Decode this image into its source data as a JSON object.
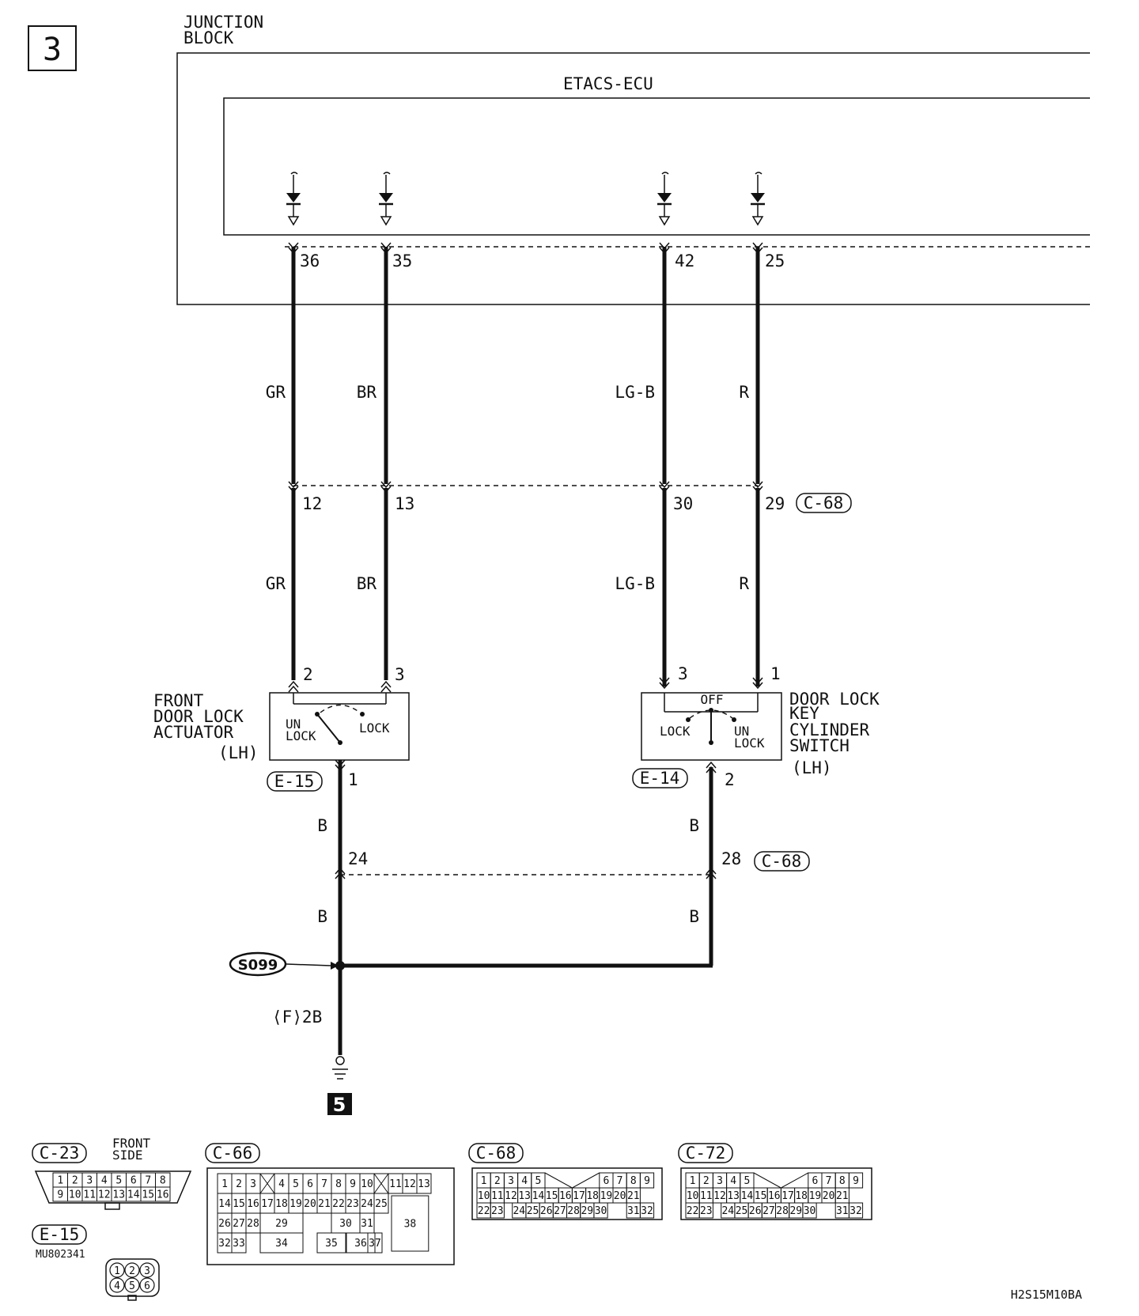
{
  "page_number": "3",
  "junction_block": {
    "line1": "JUNCTION",
    "line2": "BLOCK"
  },
  "ecu": {
    "label": "ETACS-ECU"
  },
  "wires": [
    {
      "id": "w1",
      "ecu_pin": "36",
      "color_upper": "GR",
      "c68_pin": "12",
      "color_lower": "GR",
      "device_pin": "2"
    },
    {
      "id": "w2",
      "ecu_pin": "35",
      "color_upper": "BR",
      "c68_pin": "13",
      "color_lower": "BR",
      "device_pin": "3"
    },
    {
      "id": "w3",
      "ecu_pin": "42",
      "color_upper": "LG-B",
      "c68_pin": "30",
      "color_lower": "LG-B",
      "device_pin": "3"
    },
    {
      "id": "w4",
      "ecu_pin": "25",
      "color_upper": "R",
      "c68_pin": "29",
      "color_lower": "R",
      "device_pin": "1"
    }
  ],
  "connector_c68": "C-68",
  "actuator": {
    "name_line1": "FRONT",
    "name_line2": "DOOR LOCK",
    "name_line3": "ACTUATOR",
    "name_line4": "(LH)",
    "unlock_1": "UN",
    "unlock_2": "LOCK",
    "lock": "LOCK",
    "connector": "E-15",
    "ground_pin": "1",
    "ground_color_upper": "B",
    "c68_pin": "24",
    "ground_color_lower": "B"
  },
  "switch": {
    "name_line1": "DOOR LOCK",
    "name_line2": "KEY",
    "name_line3": "CYLINDER",
    "name_line4": "SWITCH",
    "name_line5": "(LH)",
    "off": "OFF",
    "lock": "LOCK",
    "unlock_1": "UN",
    "unlock_2": "LOCK",
    "connector": "E-14",
    "ground_pin": "2",
    "ground_color_upper": "B",
    "c68_pin": "28",
    "ground_color_lower": "B"
  },
  "splice": "S099",
  "ground_wire_label": "⟨F⟩2B",
  "ground_ref": "5",
  "connector_views": {
    "c23": {
      "title": "C-23",
      "note_1": "FRONT",
      "note_2": "SIDE",
      "row1": [
        "1",
        "2",
        "3",
        "4",
        "5",
        "6",
        "7",
        "8"
      ],
      "row2": [
        "9",
        "10",
        "11",
        "12",
        "13",
        "14",
        "15",
        "16"
      ]
    },
    "c66": {
      "title": "C-66"
    },
    "c68": {
      "title": "C-68"
    },
    "c72": {
      "title": "C-72"
    },
    "e15": {
      "title": "E-15",
      "part_no": "MU802341",
      "pins": [
        "1",
        "2",
        "3",
        "4",
        "5",
        "6"
      ]
    }
  },
  "diagram_code": "H2S15M10BA"
}
